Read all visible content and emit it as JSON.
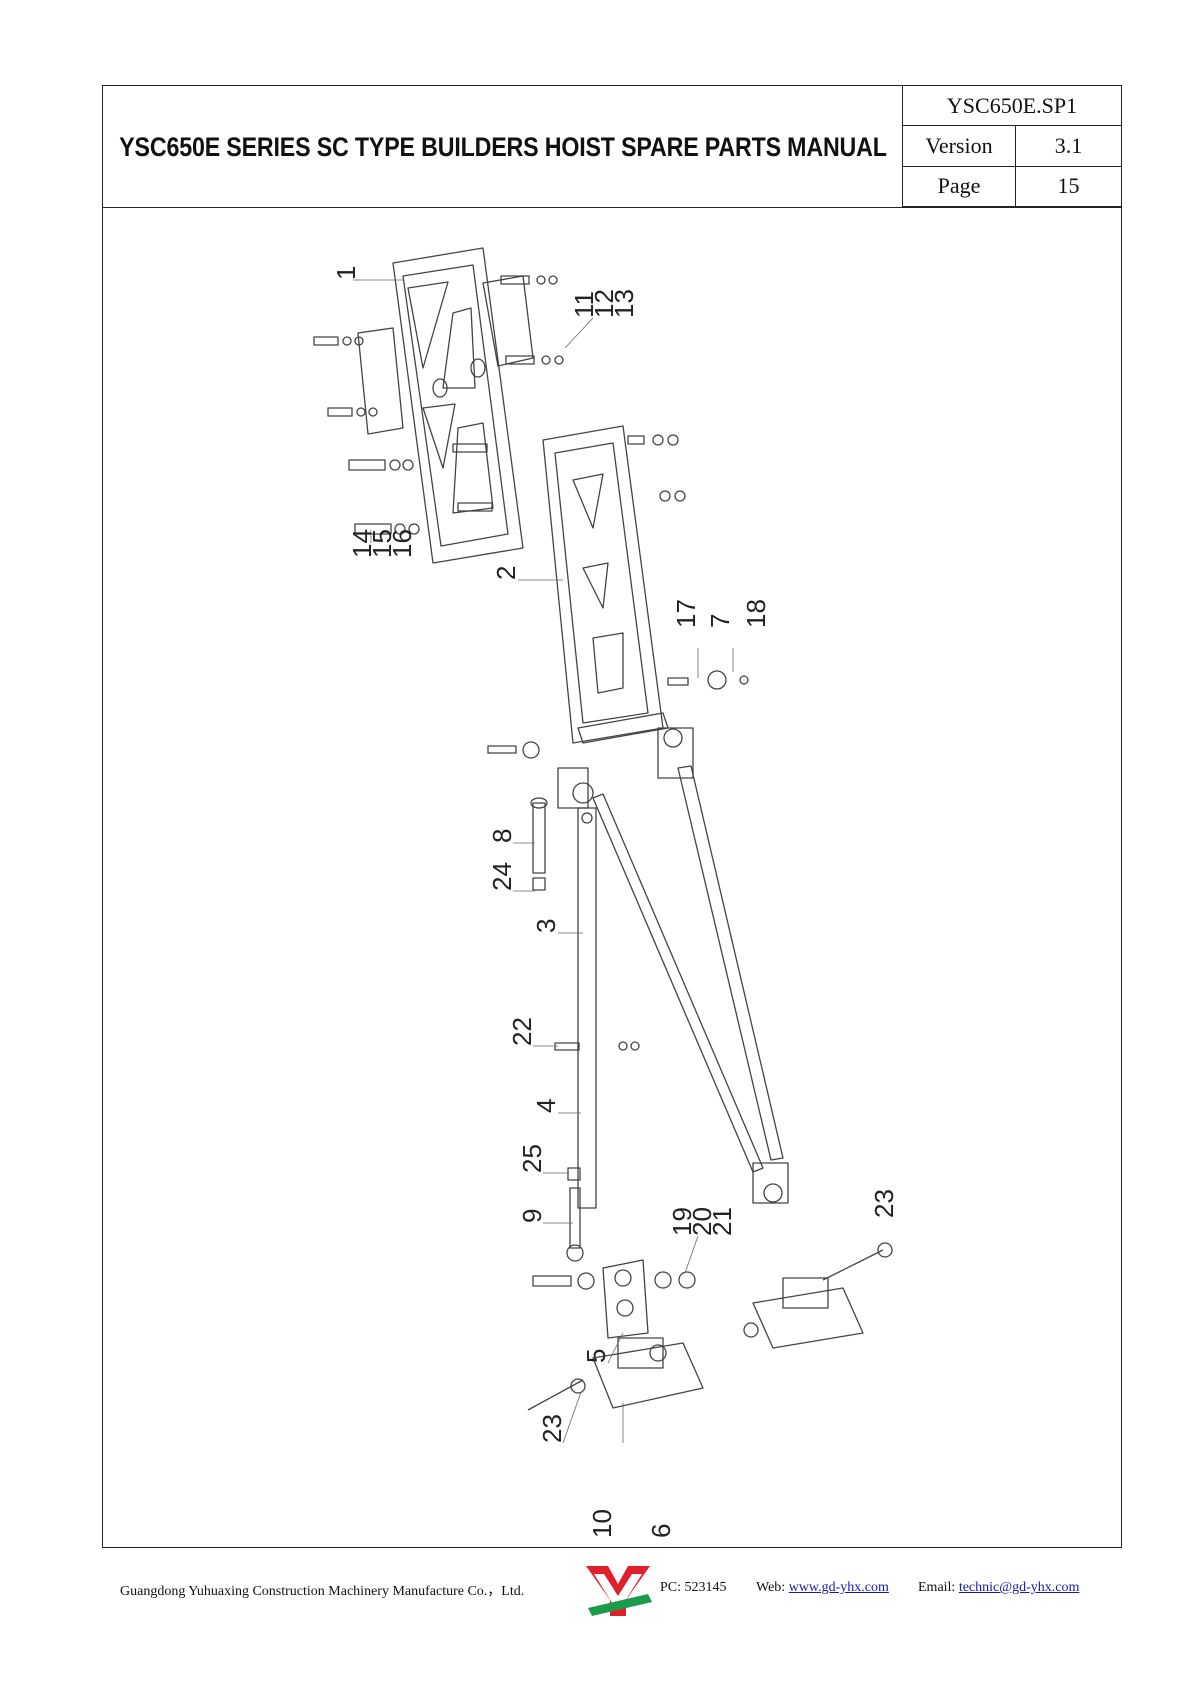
{
  "header": {
    "title": "YSC650E SERIES SC TYPE BUILDERS HOIST SPARE PARTS MANUAL",
    "doc_code": "YSC650E.SP1",
    "version_label": "Version",
    "version_value": "3.1",
    "page_label": "Page",
    "page_value": "15"
  },
  "callouts": [
    "1",
    "11",
    "12",
    "13",
    "14",
    "15",
    "16",
    "2",
    "17",
    "7",
    "18",
    "8",
    "24",
    "3",
    "22",
    "4",
    "25",
    "9",
    "19",
    "20",
    "21",
    "23",
    "5",
    "23",
    "10",
    "6"
  ],
  "footer": {
    "company": "Guangdong Yuhuaxing Construction Machinery Manufacture Co.，Ltd.",
    "pc": "PC: 523145",
    "web_label": "Web:",
    "web_url": "www.gd-yhx.com",
    "email_label": "Email:",
    "email": "technic@gd-yhx.com"
  },
  "colors": {
    "logo_red": "#e0202a",
    "logo_green": "#1a9a4a",
    "link": "#1a1aa8"
  }
}
